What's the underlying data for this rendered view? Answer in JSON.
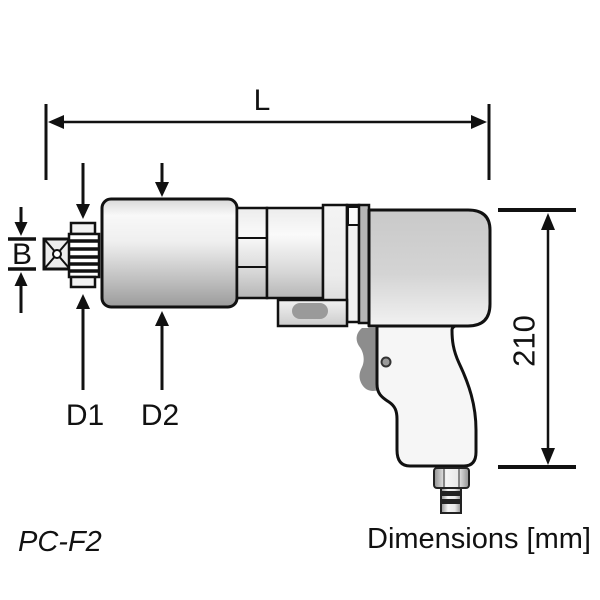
{
  "drawing": {
    "description": "Side-view dimensional line drawing of a pistol-grip pneumatic torque wrench",
    "labels": {
      "length": "L",
      "square_drive_width": "B",
      "diameter_1": "D1",
      "diameter_2": "D2",
      "height": "210"
    },
    "footer": {
      "model": "PC-F2",
      "units_note": "Dimensions [mm]"
    },
    "colors": {
      "ink": "#111111",
      "background": "#ffffff",
      "metal_light": "#f7f7f7",
      "metal_dark": "#9b9b9b",
      "housing_gray": "#d2d2d2",
      "detail_gray": "#9a9a9a",
      "trigger_gray": "#8d8d8d"
    }
  }
}
